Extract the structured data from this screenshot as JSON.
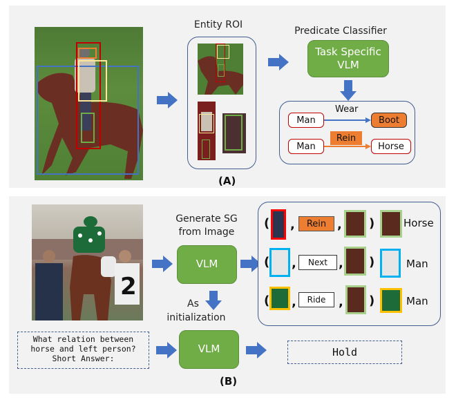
{
  "panel_a": {
    "tag": "(A)",
    "entity_roi_label": "Entity ROI",
    "predicate_classifier_label": "Predicate Classifier",
    "task_vlm_line1": "Task Specific",
    "task_vlm_line2": "VLM",
    "graph": {
      "edges": [
        {
          "subject": "Man",
          "predicate": "Wear",
          "object": "Boot",
          "predicate_style": "text",
          "edge_color": "#4472c4",
          "object_fill": "#ed7d31"
        },
        {
          "subject": "Man",
          "predicate": "Rein",
          "object": "Horse",
          "predicate_style": "orange-box",
          "edge_color": "#ed7d31",
          "object_fill": "#ffffff"
        }
      ]
    },
    "photo_description": "rider on horse with bounding boxes",
    "bbox_colors": {
      "horse": "#4472c4",
      "person": "#c00000",
      "torso": "#ffe699",
      "head": "#ed7d31",
      "boot": "#70ad47"
    }
  },
  "panel_b": {
    "tag": "(B)",
    "generate_label_line1": "Generate SG",
    "generate_label_line2": "from Image",
    "vlm_top": "VLM",
    "init_label_line1": "As",
    "init_label_line2": "initialization",
    "vlm_bottom": "VLM",
    "question_lines": [
      "What relation between",
      "horse and left person?",
      "Short Answer:"
    ],
    "answer": "Hold",
    "triplets": [
      {
        "subject_box_color": "#ff0000",
        "predicate": "Rein",
        "predicate_style": "orange",
        "object_box_color": "#a9d18e",
        "result_box_color": "#a9d18e",
        "result_label": "Horse"
      },
      {
        "subject_box_color": "#00b0f0",
        "predicate": "Next",
        "predicate_style": "white",
        "object_box_color": "#a9d18e",
        "result_box_color": "#00b0f0",
        "result_label": "Man"
      },
      {
        "subject_box_color": "#ffc000",
        "predicate": "Ride",
        "predicate_style": "white",
        "object_box_color": "#a9d18e",
        "result_box_color": "#ffc000",
        "result_label": "Man"
      }
    ],
    "punctuation": {
      "open": "(",
      "comma": ",",
      "close": ")"
    }
  },
  "colors": {
    "accent_blue": "#4472c4",
    "vlm_green": "#70ad47",
    "orange": "#ed7d31",
    "panel_bg": "#f2f2f2"
  }
}
